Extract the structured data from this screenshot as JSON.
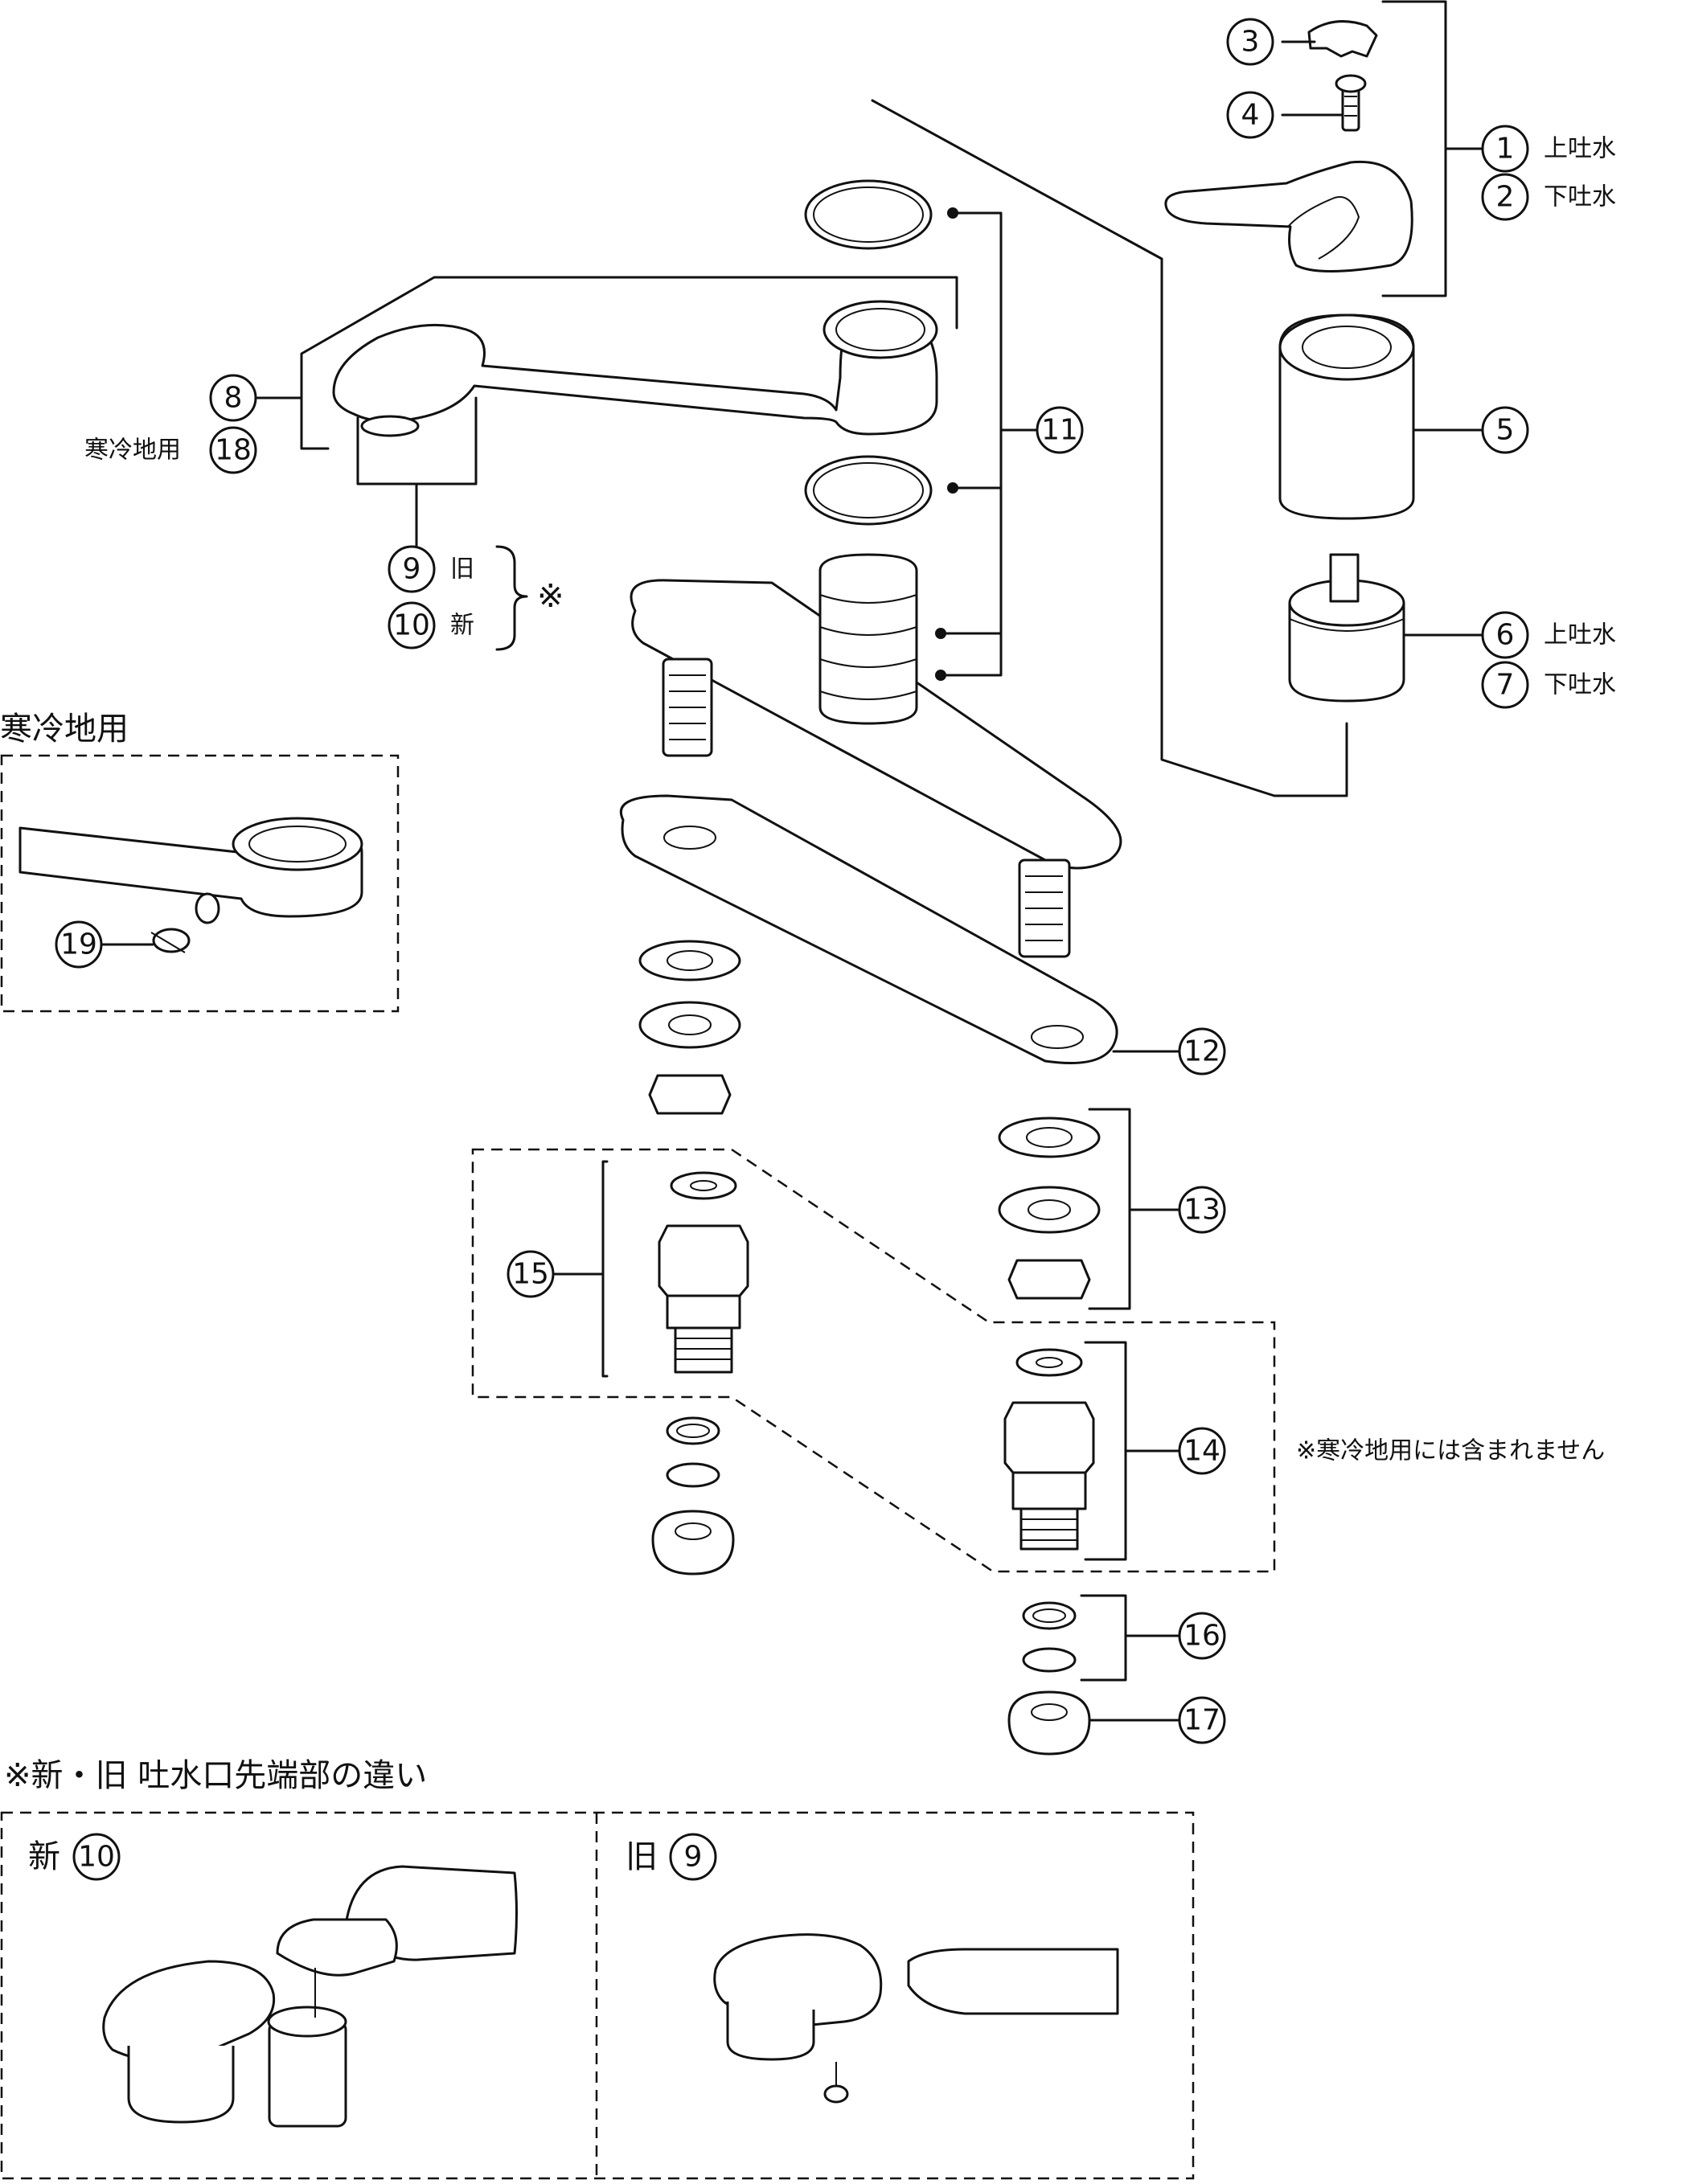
{
  "callouts": {
    "c1": "1",
    "c2": "2",
    "c3": "3",
    "c4": "4",
    "c5": "5",
    "c6": "6",
    "c7": "7",
    "c8": "8",
    "c9": "9",
    "c10": "10",
    "c11": "11",
    "c12": "12",
    "c13": "13",
    "c14": "14",
    "c15": "15",
    "c16": "16",
    "c17": "17",
    "c18": "18",
    "c19": "19",
    "inset_new_num": "10",
    "inset_old_num": "9"
  },
  "labels": {
    "upper_spout_1": "上吐水",
    "lower_spout_2": "下吐水",
    "upper_spout_6": "上吐水",
    "lower_spout_7": "下吐水",
    "cold_region_18": "寒冷地用",
    "old_9": "旧",
    "new_10": "新",
    "asterisk": "※",
    "cold_note": "※寒冷地用には含まれません"
  },
  "insets": {
    "cold_region_title": "寒冷地用",
    "spout_diff_title": "※新・旧 吐水口先端部の違い",
    "new_label": "新",
    "old_label": "旧"
  },
  "colors": {
    "line": "#111111",
    "background": "#ffffff"
  }
}
